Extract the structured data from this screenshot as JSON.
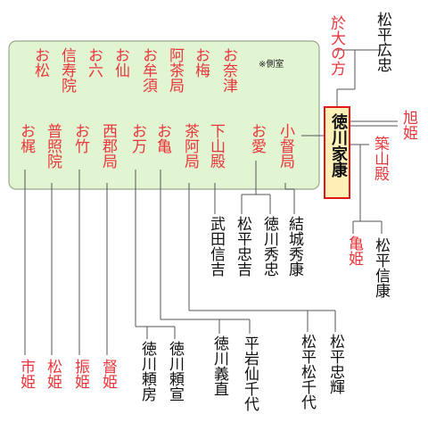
{
  "note": "※側室",
  "father": "松平広忠",
  "mother": "於大の方",
  "ieyasu": "徳川家康",
  "ieyasu_wives": [
    "旭姫",
    "築山殿"
  ],
  "upper_concubines": [
    "お奈津",
    "お梅",
    "阿茶局",
    "お牟須",
    "お仙",
    "お六",
    "信寿院",
    "お松"
  ],
  "lower_concubines": [
    "小督局",
    "お愛",
    "下山殿",
    "茶阿局",
    "お亀",
    "お万",
    "西郡局",
    "お竹",
    "普照院",
    "お梶"
  ],
  "children_mid": [
    "結城秀康",
    "徳川秀忠",
    "松平忠吉",
    "武田信吉"
  ],
  "tsukiyama_children": [
    "亀姫",
    "松平信康"
  ],
  "children_bottom": [
    "松平忠輝",
    "松平松千代",
    "平岩仙千代",
    "徳川義直",
    "徳川頼宣",
    "徳川頼房",
    "督姫",
    "振姫",
    "松姫",
    "市姫"
  ]
}
